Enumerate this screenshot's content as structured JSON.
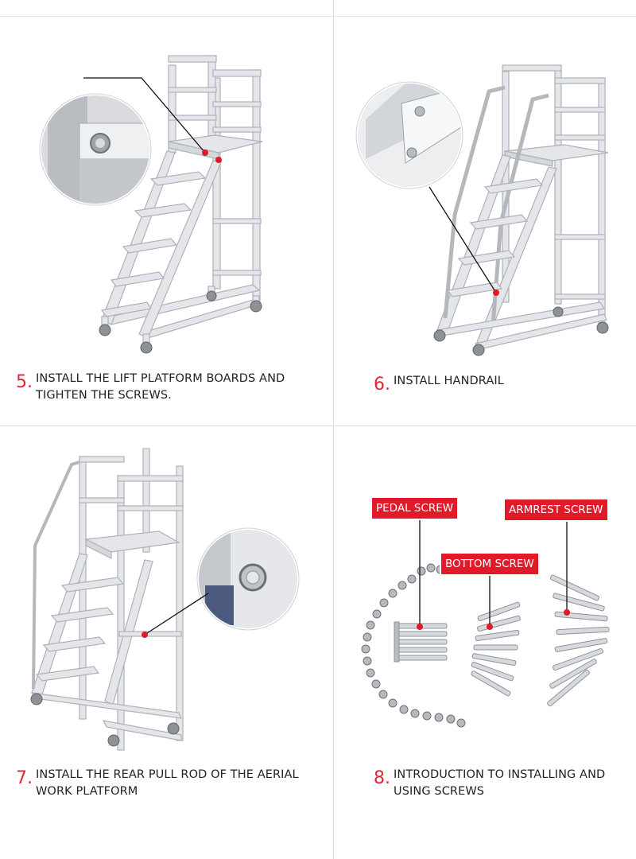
{
  "steps": [
    {
      "number": "5.",
      "lines": [
        "INSTALL THE LIFT PLATFORM BOARDS AND",
        "TIGHTEN THE SCREWS."
      ]
    },
    {
      "number": "6.",
      "lines": [
        "INSTALL HANDRAIL"
      ]
    },
    {
      "number": "7.",
      "lines": [
        "INSTALL THE REAR PULL ROD OF THE AERIAL",
        "WORK PLATFORM"
      ]
    },
    {
      "number": "8.",
      "lines": [
        "INTRODUCTION TO INSTALLING AND",
        "USING SCREWS"
      ]
    }
  ],
  "screw_labels": {
    "pedal": "PEDAL SCREW",
    "armrest": "ARMREST SCREW",
    "bottom": "BOTTOM SCREW"
  },
  "colors": {
    "accent_red": "#e11a2a",
    "number_red": "#e0263a",
    "frame_gray": "#e2e4e8",
    "frame_outline": "#aeb2b8",
    "divider": "#dcdcdc"
  }
}
